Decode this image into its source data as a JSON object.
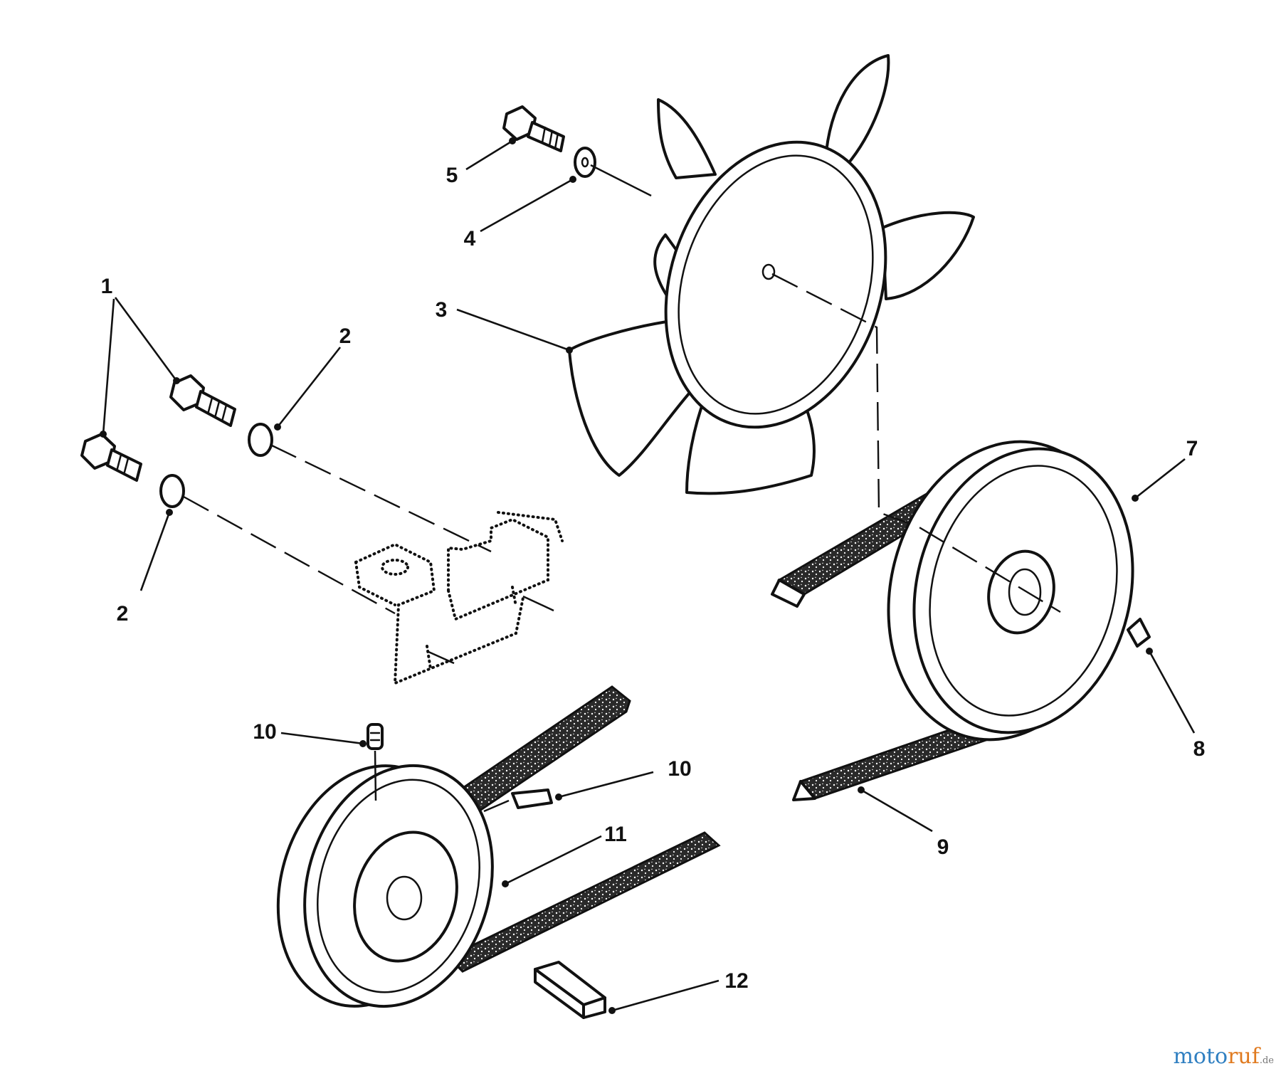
{
  "labels": {
    "l1": "1",
    "l2a": "2",
    "l2b": "2",
    "l3": "3",
    "l4": "4",
    "l5": "5",
    "l7": "7",
    "l8": "8",
    "l9": "9",
    "l10a": "10",
    "l10b": "10",
    "l11": "11",
    "l12": "12"
  },
  "watermark": {
    "part1": "moto",
    "part2": "ruf",
    "tld": ".de"
  }
}
